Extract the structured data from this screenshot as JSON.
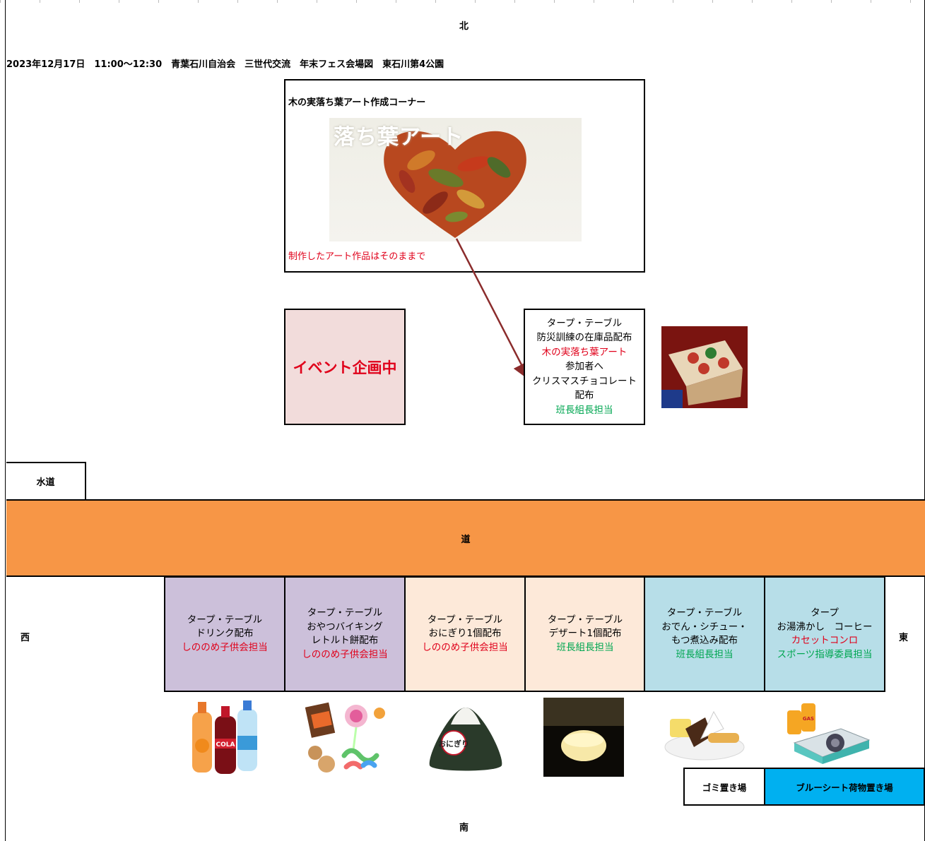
{
  "compass": {
    "north": "北",
    "south": "南",
    "west": "西",
    "east": "東"
  },
  "title": "2023年12月17日　11:00～12:30　青葉石川自治会　三世代交流　年末フェス会場図　東石川第4公園",
  "art_corner": {
    "title": "木の実落ち葉アート作成コーナー",
    "image_caption": "落ち葉アート",
    "note": "制作したアート作品はそのままで"
  },
  "event_box": {
    "label": "イベント企画中"
  },
  "info_box": {
    "lines": [
      {
        "text": "タープ・テーブル",
        "color": "black"
      },
      {
        "text": "防災訓練の在庫品配布",
        "color": "black"
      },
      {
        "text": "木の実落ち葉アート",
        "color": "red"
      },
      {
        "text": "参加者へ",
        "color": "black"
      },
      {
        "text": "クリスマスチョコレート",
        "color": "black"
      },
      {
        "text": "配布",
        "color": "black"
      },
      {
        "text": "班長組長担当",
        "color": "green"
      }
    ]
  },
  "water": "水道",
  "road": "道",
  "stalls": [
    {
      "lines": [
        {
          "text": "タープ・テーブル",
          "color": "black"
        },
        {
          "text": "ドリンク配布",
          "color": "black"
        },
        {
          "text": "しののめ子供会担当",
          "color": "red"
        }
      ],
      "bg": "#ccc0da"
    },
    {
      "lines": [
        {
          "text": "タープ・テーブル",
          "color": "black"
        },
        {
          "text": "おやつバイキング",
          "color": "black"
        },
        {
          "text": "レトルト餅配布",
          "color": "black"
        },
        {
          "text": "しののめ子供会担当",
          "color": "red"
        }
      ],
      "bg": "#ccc0da"
    },
    {
      "lines": [
        {
          "text": "タープ・テーブル",
          "color": "black"
        },
        {
          "text": "おにぎり1個配布",
          "color": "black"
        },
        {
          "text": "しののめ子供会担当",
          "color": "red"
        }
      ],
      "bg": "#fde9d9"
    },
    {
      "lines": [
        {
          "text": "タープ・テーブル",
          "color": "black"
        },
        {
          "text": "デザート1個配布",
          "color": "black"
        },
        {
          "text": "班長組長担当",
          "color": "green"
        }
      ],
      "bg": "#fde9d9"
    },
    {
      "lines": [
        {
          "text": "タープ・テーブル",
          "color": "black"
        },
        {
          "text": "おでん・シチュー・",
          "color": "black"
        },
        {
          "text": "もつ煮込み配布",
          "color": "black"
        },
        {
          "text": "班長組長担当",
          "color": "green"
        }
      ],
      "bg": "#b7dee8"
    },
    {
      "lines": [
        {
          "text": "タープ",
          "color": "black"
        },
        {
          "text": "お湯沸かし　コーヒー",
          "color": "black"
        },
        {
          "text": "カセットコンロ",
          "color": "red"
        },
        {
          "text": "スポーツ指導委員担当",
          "color": "green"
        }
      ],
      "bg": "#b7dee8"
    }
  ],
  "images": {
    "bottle_label": "COLA",
    "onigiri_label": "おにぎり",
    "gas_label": "GAS"
  },
  "garbage": "ゴミ置き場",
  "blue_sheet": "ブルーシート荷物置き場",
  "colors": {
    "road": "#f79646",
    "event": "#f2dcdb",
    "red_text": "#e0001a",
    "green_text": "#00a651",
    "blue_sheet": "#00b0f0",
    "arrow": "#8b2c2c"
  }
}
